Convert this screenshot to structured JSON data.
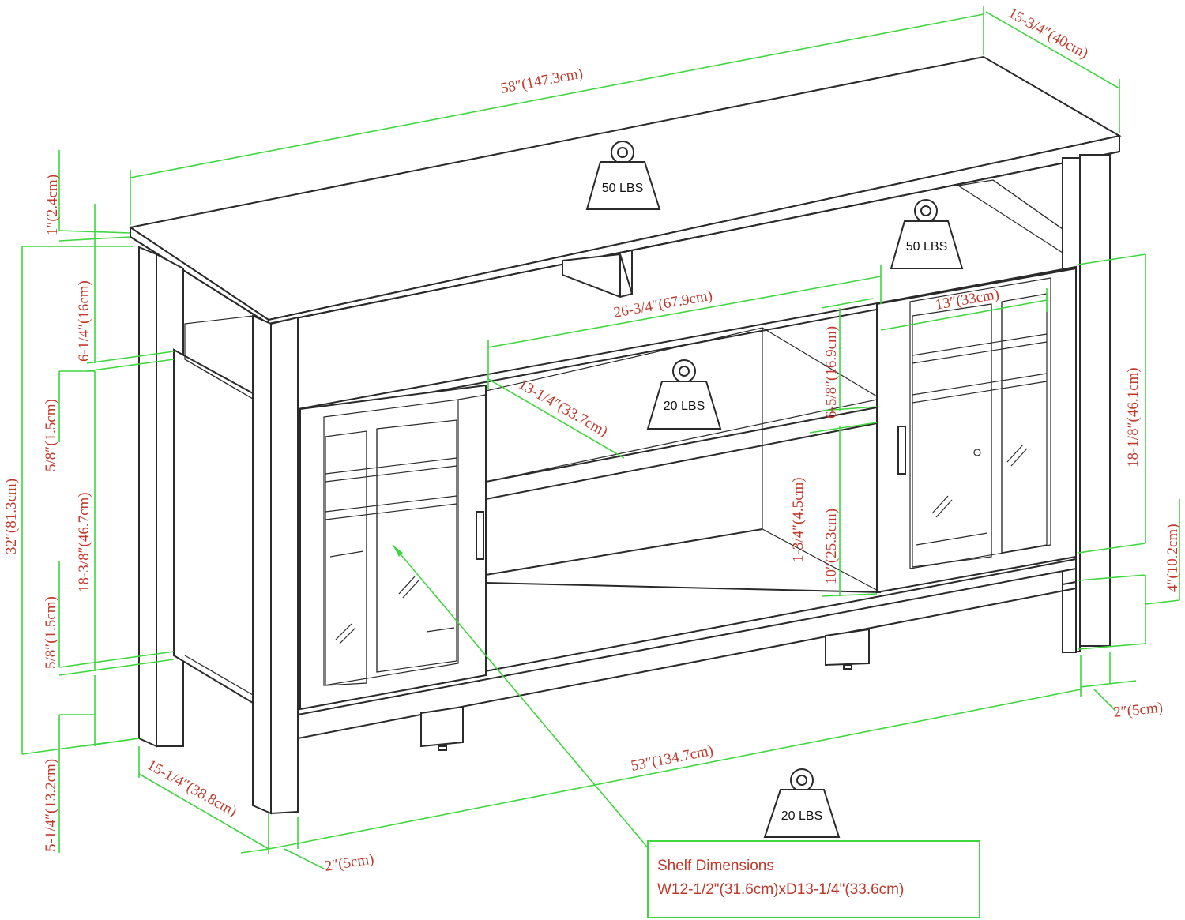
{
  "colors": {
    "dimension_line": "#3fd63f",
    "dimension_text": "#c0392b",
    "outline": "#2a2a2a",
    "background": "#ffffff"
  },
  "dimensions": {
    "width_top": "58″(147.3cm)",
    "depth_top": "15-3/4″(40cm)",
    "top_thickness": "1″(2.4cm)",
    "overall_height": "32″(81.3cm)",
    "upper_open_height": "6-1/4″(16cm)",
    "rail_upper": "5/8″(1.5cm)",
    "cabinet_height": "18-3/8″(46.7cm)",
    "rail_lower": "5/8″(1.5cm)",
    "leg_height": "5-1/4″(13.2cm)",
    "side_depth": "15-1/4″(38.8cm)",
    "leg_width_left": "2″(5cm)",
    "bottom_width": "53″(134.7cm)",
    "center_width": "26-3/4″(67.9cm)",
    "center_depth": "13-1/4″(33.7cm)",
    "door_width": "13″(33cm)",
    "shelf_gap_upper": "6-5/8″(16.9cm)",
    "shelf_thickness": "1-3/4″(4.5cm)",
    "shelf_gap_lower": "10″(25.3cm)",
    "door_height": "18-1/8″(46.1cm)",
    "base_height": "4″(10.2cm)",
    "leg_width_right": "2″(5cm)"
  },
  "weights": {
    "top": "50 LBS",
    "upper_open": "50 LBS",
    "center_shelf": "20 LBS",
    "bottom_shelf": "20 LBS"
  },
  "callout": {
    "title": "Shelf Dimensions",
    "body": "W12-1/2\"(31.6cm)xD13-1/4\"(33.6cm)"
  }
}
